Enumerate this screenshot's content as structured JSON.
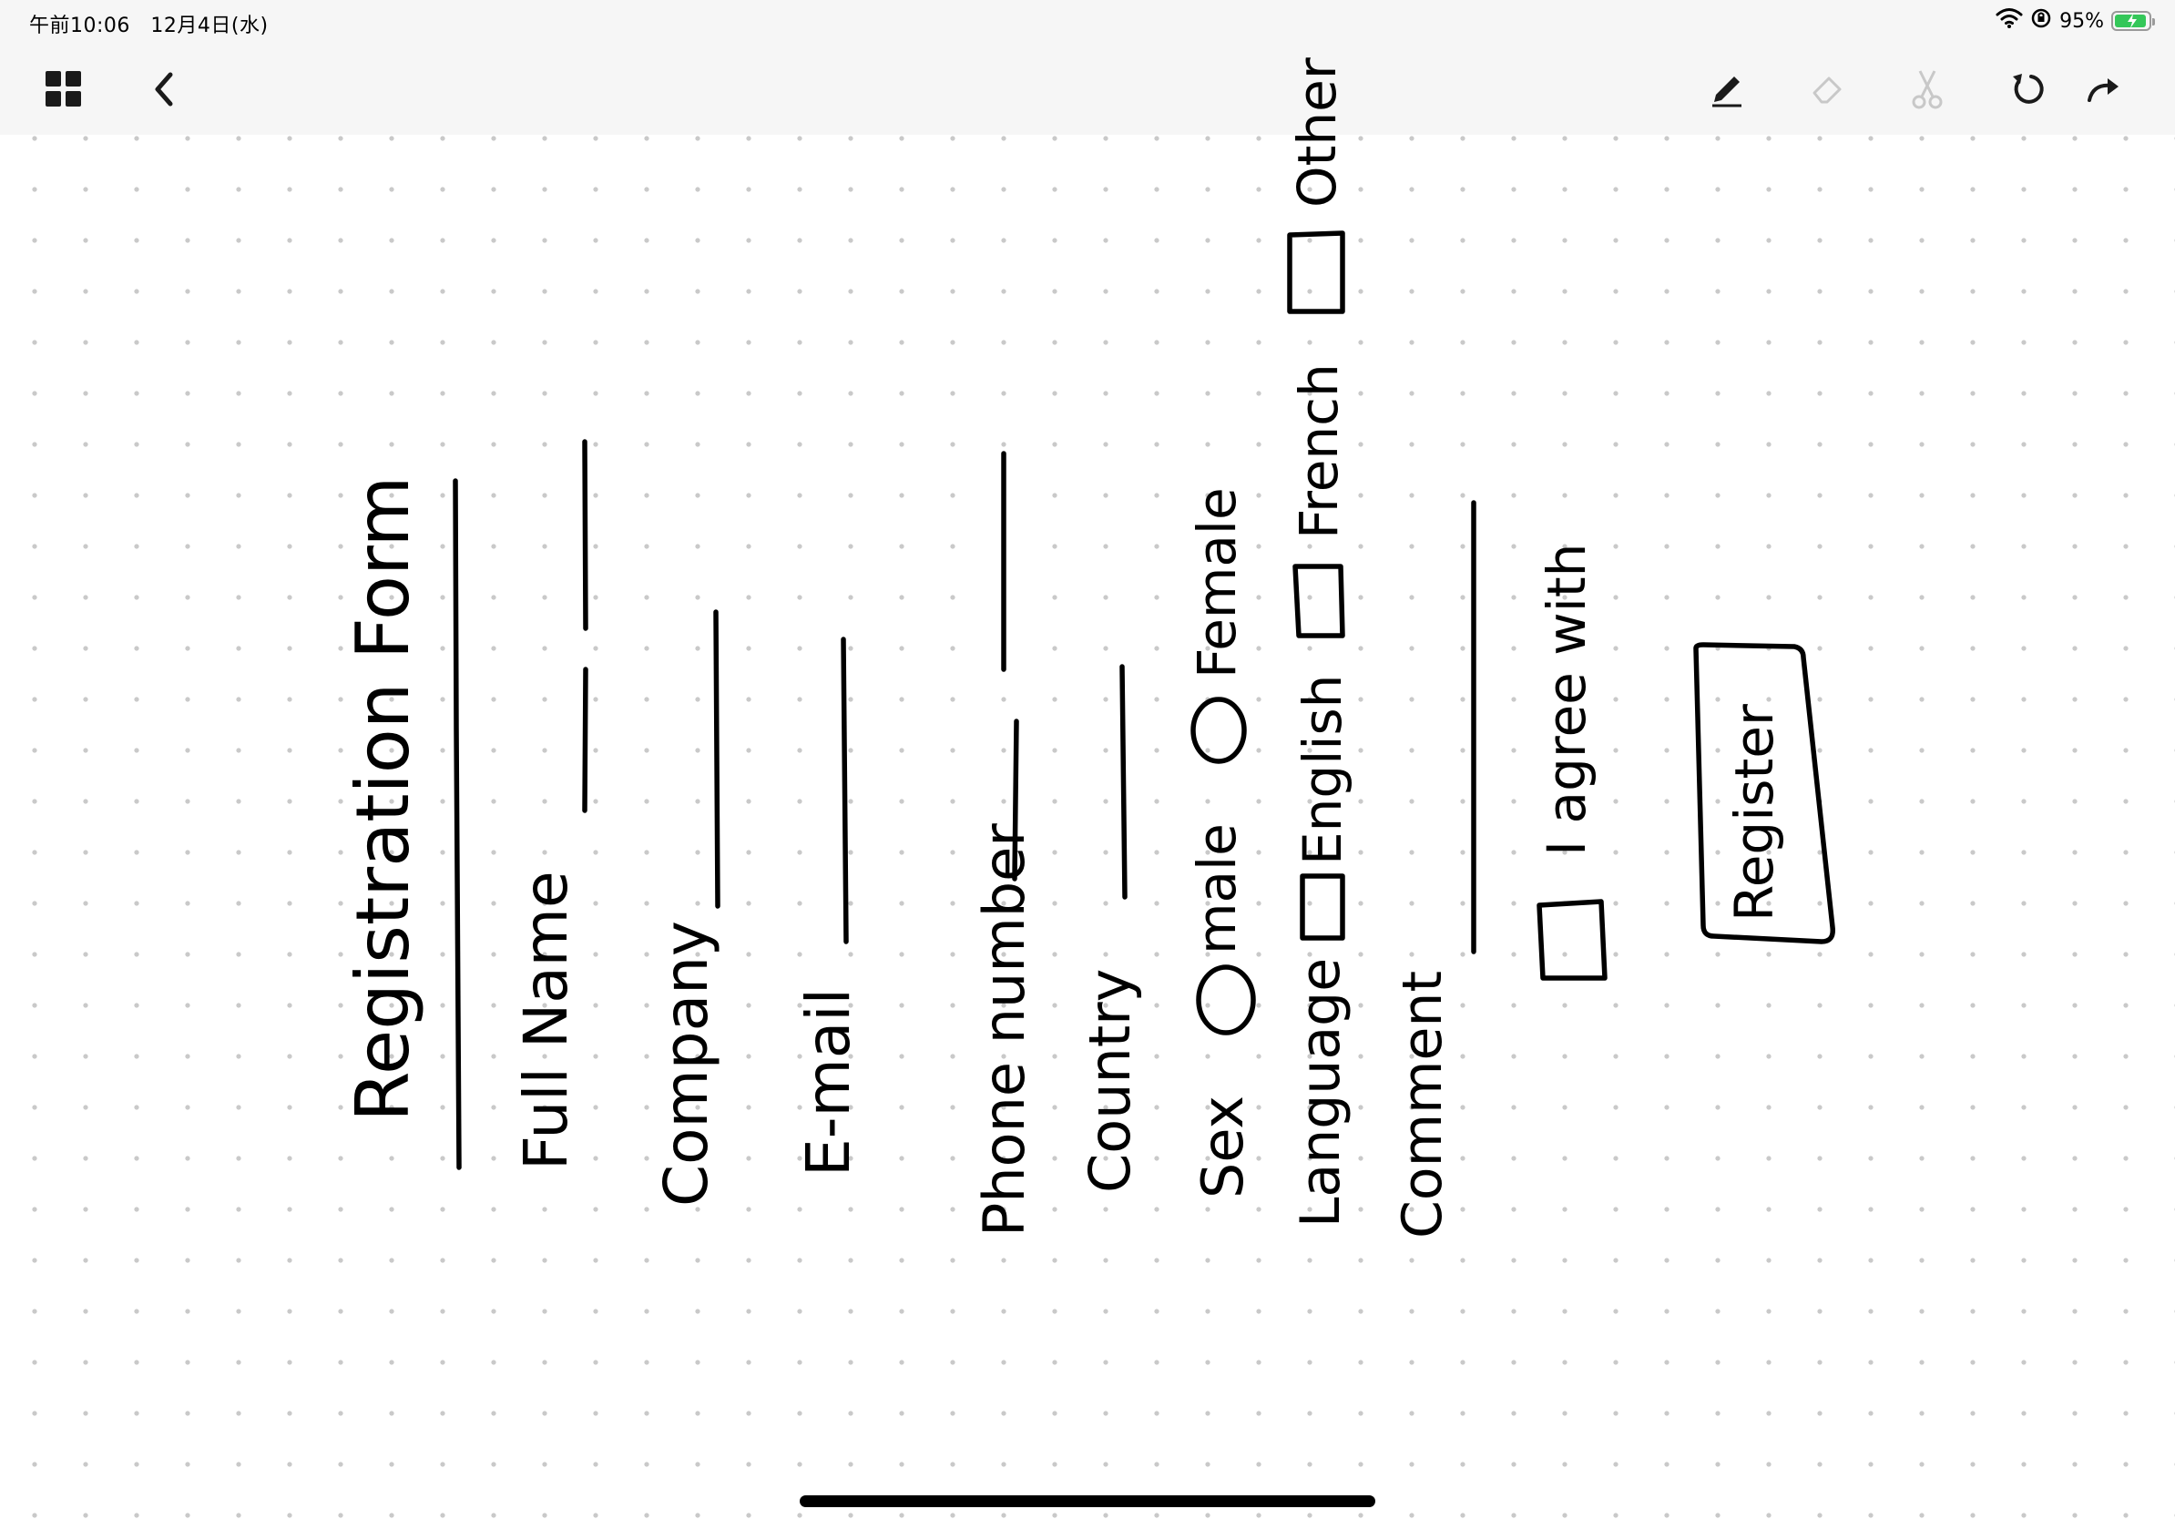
{
  "status_bar": {
    "time": "午前10:06",
    "date": "12月4日(水)",
    "battery_percent": "95%",
    "battery_level": 0.95,
    "battery_color": "#34c759",
    "icons": [
      "wifi-icon",
      "orientation-lock-icon",
      "battery-icon"
    ]
  },
  "toolbar": {
    "left_icons": [
      "grid-icon",
      "back-chevron-icon"
    ],
    "right_icons": [
      "pen-icon",
      "eraser-icon",
      "scissors-icon",
      "undo-icon",
      "redo-icon"
    ]
  },
  "sketch": {
    "title": "Registration Form",
    "fields": {
      "full_name": "Full Name",
      "company": "Company",
      "email": "E-mail",
      "phone": "Phone number",
      "country": "Country",
      "sex": "Sex",
      "language": "Language",
      "comment": "Comment"
    },
    "sex_options": {
      "male": "male",
      "female": "Female"
    },
    "language_options": {
      "english": "English",
      "french": "French",
      "other": "Other"
    },
    "agree": "I agree with",
    "register_button": "Register"
  }
}
